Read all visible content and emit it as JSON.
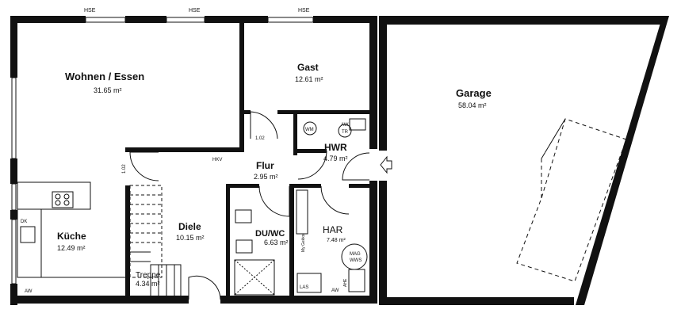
{
  "window_labels": {
    "hse_1": "HSE",
    "hse_2": "HSE",
    "hse_3": "HSE"
  },
  "rooms": {
    "wohnen": {
      "name": "Wohnen / Essen",
      "area": "31.65 m²"
    },
    "gast": {
      "name": "Gast",
      "area": "12.61 m²"
    },
    "garage": {
      "name": "Garage",
      "area": "58.04 m²"
    },
    "hwr": {
      "name": "HWR",
      "area": "4.79 m²"
    },
    "flur": {
      "name": "Flur",
      "area": "2.95 m²"
    },
    "kueche": {
      "name": "Küche",
      "area": "12.49 m²"
    },
    "diele": {
      "name": "Diele",
      "area": "10.15 m²"
    },
    "duwc": {
      "name": "DU/WC",
      "area": "6.63 m²"
    },
    "har": {
      "name": "HAR",
      "area": "7.48 m²"
    },
    "treppe": {
      "name": "Treppe",
      "area": "4.34 m²"
    }
  },
  "labels": {
    "door_1_02_a": "1.02",
    "door_1_02_b": "1.02",
    "hkv": "HKV",
    "wm": "WM",
    "tr": "TR",
    "aw_hwr": "AW",
    "dk": "DK",
    "aw_kueche": "AW",
    "aw_har": "AW",
    "mag": "MAG",
    "wws": "WWS",
    "gekko": "My Gekko",
    "las": "LAS",
    "ahe": "AHE"
  }
}
